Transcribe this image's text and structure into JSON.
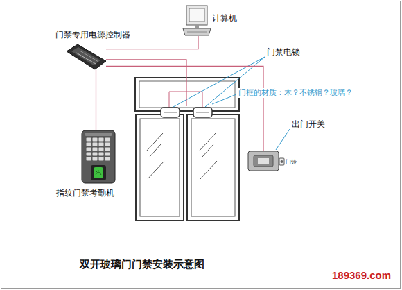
{
  "diagram": {
    "title": "双开玻璃门门禁安装示意图",
    "nodes": [
      {
        "text": [
          "计算机"
        ]
      },
      {
        "text": [
          "门禁专用电源控制器"
        ]
      },
      {
        "text": [
          "指纹门禁考勤机"
        ]
      },
      {
        "text": [
          "门禁电锁"
        ]
      },
      {
        "text": [
          "出门开关"
        ]
      }
    ],
    "edges": [
      {
        "from": 1,
        "to": 0,
        "arrow": "none"
      },
      {
        "from": 1,
        "to": 2,
        "arrow": "none"
      },
      {
        "from": 1,
        "to": 3,
        "arrow": "none"
      },
      {
        "from": 1,
        "to": 4,
        "arrow": "none"
      }
    ],
    "labels": [
      "门框的材质：木？不锈钢？玻璃？",
      "门铃",
      "189369.com"
    ]
  }
}
